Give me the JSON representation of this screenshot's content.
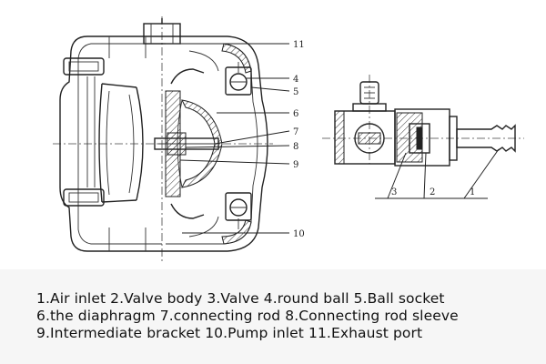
{
  "callouts_main": [
    "11",
    "4",
    "5",
    "6",
    "7",
    "8",
    "9",
    "10"
  ],
  "callouts_detail": [
    "3",
    "2",
    "1"
  ],
  "legend_lines": [
    "1.Air inlet   2.Valve body   3.Valve   4.round ball   5.Ball socket",
    "6.the diaphragm   7.connecting rod   8.Connecting rod sleeve",
    "9.Intermediate bracket   10.Pump inlet   11.Exhaust port"
  ]
}
